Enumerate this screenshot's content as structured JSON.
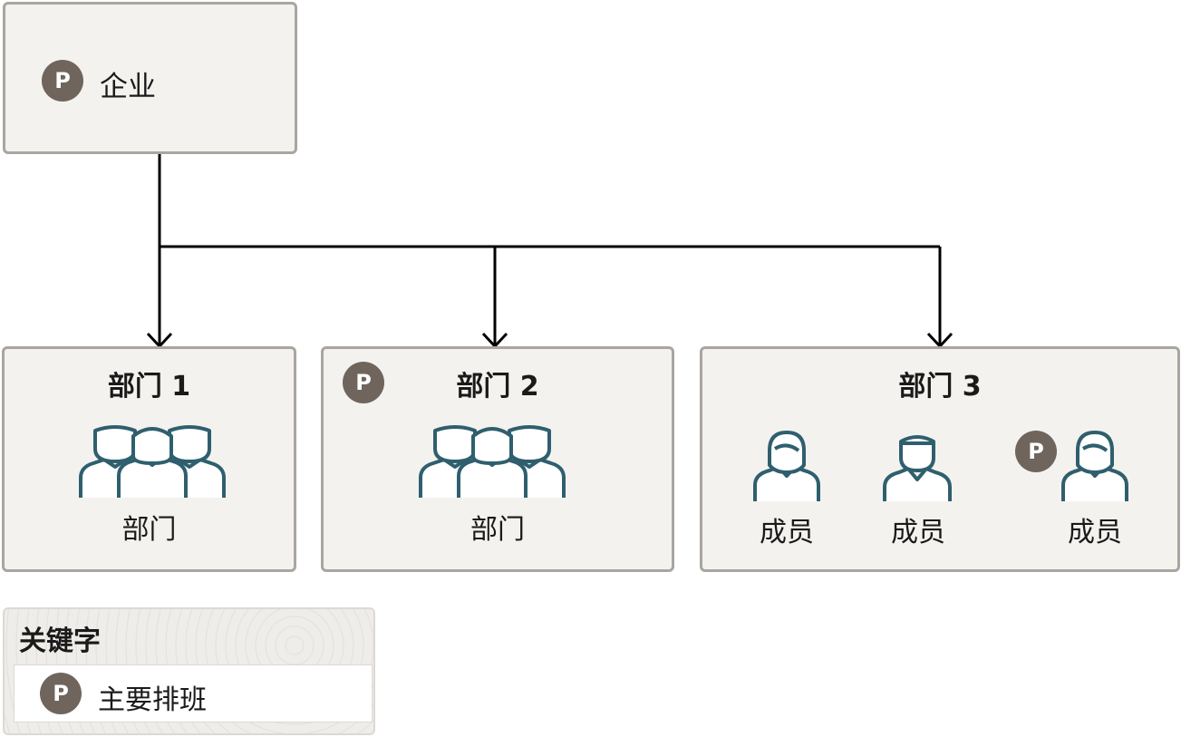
{
  "enterprise": {
    "label": "企业",
    "badge": "P"
  },
  "departments": [
    {
      "title": "部门 1",
      "caption": "部门",
      "icon": "group-icon"
    },
    {
      "title": "部门 2",
      "caption": "部门",
      "icon": "group-icon",
      "badge": "P"
    },
    {
      "title": "部门 3",
      "members": [
        {
          "caption": "成员",
          "icon": "female-person-icon"
        },
        {
          "caption": "成员",
          "icon": "male-person-icon"
        },
        {
          "caption": "成员",
          "icon": "female-person-icon",
          "badge": "P"
        }
      ]
    }
  ],
  "legend": {
    "title": "关键字",
    "badge": "P",
    "label": "主要排班"
  },
  "colors": {
    "box_fill": "#f4f2ef",
    "box_border": "#a9a5a0",
    "badge": "#6f655d",
    "icon_stroke": "#2f5f6e",
    "connector": "#000000"
  }
}
